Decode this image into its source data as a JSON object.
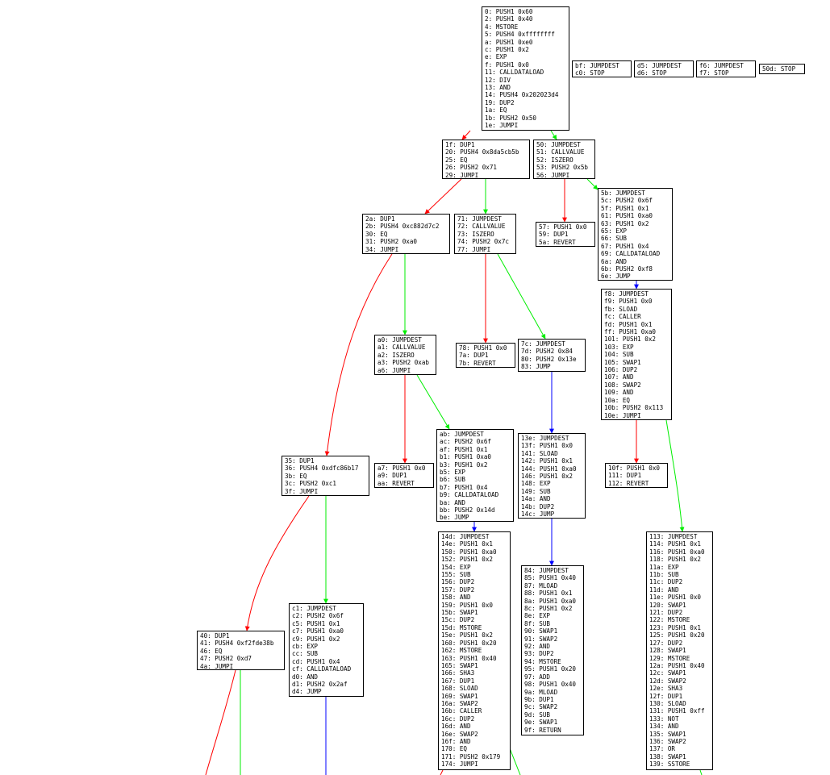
{
  "colors": {
    "conditional_false": "#ff0000",
    "conditional_true": "#00ee00",
    "unconditional": "#0000ff",
    "block_border": "#000000",
    "background": "#ffffff"
  },
  "blocks": [
    {
      "id": "b0",
      "lines": [
        "0: PUSH1 0x60",
        "2: PUSH1 0x40",
        "4: MSTORE",
        "5: PUSH4 0xffffffff",
        "a: PUSH1 0xe0",
        "c: PUSH1 0x2",
        "e: EXP",
        "f: PUSH1 0x0",
        "11: CALLDATALOAD",
        "12: DIV",
        "13: AND",
        "14: PUSH4 0x202023d4",
        "19: DUP2",
        "1a: EQ",
        "1b: PUSH2 0x50",
        "1e: JUMPI"
      ]
    },
    {
      "id": "bbf",
      "lines": [
        "bf: JUMPDEST",
        "c0: STOP"
      ]
    },
    {
      "id": "bd5",
      "lines": [
        "d5: JUMPDEST",
        "d6: STOP"
      ]
    },
    {
      "id": "bf6",
      "lines": [
        "f6: JUMPDEST",
        "f7: STOP"
      ]
    },
    {
      "id": "b50d",
      "lines": [
        "50d: STOP"
      ]
    },
    {
      "id": "b1f",
      "lines": [
        "1f: DUP1",
        "20: PUSH4 0x8da5cb5b",
        "25: EQ",
        "26: PUSH2 0x71",
        "29: JUMPI"
      ]
    },
    {
      "id": "b50",
      "lines": [
        "50: JUMPDEST",
        "51: CALLVALUE",
        "52: ISZERO",
        "53: PUSH2 0x5b",
        "56: JUMPI"
      ]
    },
    {
      "id": "b2a",
      "lines": [
        "2a: DUP1",
        "2b: PUSH4 0xc882d7c2",
        "30: EQ",
        "31: PUSH2 0xa0",
        "34: JUMPI"
      ]
    },
    {
      "id": "b71",
      "lines": [
        "71: JUMPDEST",
        "72: CALLVALUE",
        "73: ISZERO",
        "74: PUSH2 0x7c",
        "77: JUMPI"
      ]
    },
    {
      "id": "b57",
      "lines": [
        "57: PUSH1 0x0",
        "59: DUP1",
        "5a: REVERT"
      ]
    },
    {
      "id": "b5b",
      "lines": [
        "5b: JUMPDEST",
        "5c: PUSH2 0x6f",
        "5f: PUSH1 0x1",
        "61: PUSH1 0xa0",
        "63: PUSH1 0x2",
        "65: EXP",
        "66: SUB",
        "67: PUSH1 0x4",
        "69: CALLDATALOAD",
        "6a: AND",
        "6b: PUSH2 0xf8",
        "6e: JUMP"
      ]
    },
    {
      "id": "bf8",
      "lines": [
        "f8: JUMPDEST",
        "f9: PUSH1 0x0",
        "fb: SLOAD",
        "fc: CALLER",
        "fd: PUSH1 0x1",
        "ff: PUSH1 0xa0",
        "101: PUSH1 0x2",
        "103: EXP",
        "104: SUB",
        "105: SWAP1",
        "106: DUP2",
        "107: AND",
        "108: SWAP2",
        "109: AND",
        "10a: EQ",
        "10b: PUSH2 0x113",
        "10e: JUMPI"
      ]
    },
    {
      "id": "ba0",
      "lines": [
        "a0: JUMPDEST",
        "a1: CALLVALUE",
        "a2: ISZERO",
        "a3: PUSH2 0xab",
        "a6: JUMPI"
      ]
    },
    {
      "id": "b78",
      "lines": [
        "78: PUSH1 0x0",
        "7a: DUP1",
        "7b: REVERT"
      ]
    },
    {
      "id": "b7c",
      "lines": [
        "7c: JUMPDEST",
        "7d: PUSH2 0x84",
        "80: PUSH2 0x13e",
        "83: JUMP"
      ]
    },
    {
      "id": "bab",
      "lines": [
        "ab: JUMPDEST",
        "ac: PUSH2 0x6f",
        "af: PUSH1 0x1",
        "b1: PUSH1 0xa0",
        "b3: PUSH1 0x2",
        "b5: EXP",
        "b6: SUB",
        "b7: PUSH1 0x4",
        "b9: CALLDATALOAD",
        "ba: AND",
        "bb: PUSH2 0x14d",
        "be: JUMP"
      ]
    },
    {
      "id": "b13e",
      "lines": [
        "13e: JUMPDEST",
        "13f: PUSH1 0x0",
        "141: SLOAD",
        "142: PUSH1 0x1",
        "144: PUSH1 0xa0",
        "146: PUSH1 0x2",
        "148: EXP",
        "149: SUB",
        "14a: AND",
        "14b: DUP2",
        "14c: JUMP"
      ]
    },
    {
      "id": "b35",
      "lines": [
        "35: DUP1",
        "36: PUSH4 0xdfc86b17",
        "3b: EQ",
        "3c: PUSH2 0xc1",
        "3f: JUMPI"
      ]
    },
    {
      "id": "ba7",
      "lines": [
        "a7: PUSH1 0x0",
        "a9: DUP1",
        "aa: REVERT"
      ]
    },
    {
      "id": "b10f",
      "lines": [
        "10f: PUSH1 0x0",
        "111: DUP1",
        "112: REVERT"
      ]
    },
    {
      "id": "b14d",
      "lines": [
        "14d: JUMPDEST",
        "14e: PUSH1 0x1",
        "150: PUSH1 0xa0",
        "152: PUSH1 0x2",
        "154: EXP",
        "155: SUB",
        "156: DUP2",
        "157: DUP2",
        "158: AND",
        "159: PUSH1 0x0",
        "15b: SWAP1",
        "15c: DUP2",
        "15d: MSTORE",
        "15e: PUSH1 0x2",
        "160: PUSH1 0x20",
        "162: MSTORE",
        "163: PUSH1 0x40",
        "165: SWAP1",
        "166: SHA3",
        "167: DUP1",
        "168: SLOAD",
        "169: SWAP1",
        "16a: SWAP2",
        "16b: CALLER",
        "16c: DUP2",
        "16d: AND",
        "16e: SWAP2",
        "16f: AND",
        "170: EQ",
        "171: PUSH2 0x179",
        "174: JUMPI"
      ]
    },
    {
      "id": "b84",
      "lines": [
        "84: JUMPDEST",
        "85: PUSH1 0x40",
        "87: MLOAD",
        "88: PUSH1 0x1",
        "8a: PUSH1 0xa0",
        "8c: PUSH1 0x2",
        "8e: EXP",
        "8f: SUB",
        "90: SWAP1",
        "91: SWAP2",
        "92: AND",
        "93: DUP2",
        "94: MSTORE",
        "95: PUSH1 0x20",
        "97: ADD",
        "98: PUSH1 0x40",
        "9a: MLOAD",
        "9b: DUP1",
        "9c: SWAP2",
        "9d: SUB",
        "9e: SWAP1",
        "9f: RETURN"
      ]
    },
    {
      "id": "b113",
      "lines": [
        "113: JUMPDEST",
        "114: PUSH1 0x1",
        "116: PUSH1 0xa0",
        "118: PUSH1 0x2",
        "11a: EXP",
        "11b: SUB",
        "11c: DUP2",
        "11d: AND",
        "11e: PUSH1 0x0",
        "120: SWAP1",
        "121: DUP2",
        "122: MSTORE",
        "123: PUSH1 0x1",
        "125: PUSH1 0x20",
        "127: DUP2",
        "128: SWAP1",
        "129: MSTORE",
        "12a: PUSH1 0x40",
        "12c: SWAP1",
        "12d: SWAP2",
        "12e: SHA3",
        "12f: DUP1",
        "130: SLOAD",
        "131: PUSH1 0xff",
        "133: NOT",
        "134: AND",
        "135: SWAP1",
        "136: SWAP2",
        "137: OR",
        "138: SWAP1",
        "139: SSTORE"
      ]
    },
    {
      "id": "b40",
      "lines": [
        "40: DUP1",
        "41: PUSH4 0xf2fde38b",
        "46: EQ",
        "47: PUSH2 0xd7",
        "4a: JUMPI"
      ]
    },
    {
      "id": "bc1",
      "lines": [
        "c1: JUMPDEST",
        "c2: PUSH2 0x6f",
        "c5: PUSH1 0x1",
        "c7: PUSH1 0xa0",
        "c9: PUSH1 0x2",
        "cb: EXP",
        "cc: SUB",
        "cd: PUSH1 0x4",
        "cf: CALLDATALOAD",
        "d0: AND",
        "d1: PUSH2 0x2af",
        "d4: JUMP"
      ]
    }
  ],
  "edges": [
    {
      "from": "b0",
      "to": "b1f",
      "kind": "conditional_false"
    },
    {
      "from": "b0",
      "to": "b50",
      "kind": "conditional_true"
    },
    {
      "from": "b1f",
      "to": "b2a",
      "kind": "conditional_false"
    },
    {
      "from": "b1f",
      "to": "b71",
      "kind": "conditional_true"
    },
    {
      "from": "b50",
      "to": "b57",
      "kind": "conditional_false"
    },
    {
      "from": "b50",
      "to": "b5b",
      "kind": "conditional_true"
    },
    {
      "from": "b5b",
      "to": "bf8",
      "kind": "unconditional"
    },
    {
      "from": "b2a",
      "to": "b35",
      "kind": "conditional_false"
    },
    {
      "from": "b2a",
      "to": "ba0",
      "kind": "conditional_true"
    },
    {
      "from": "b71",
      "to": "b78",
      "kind": "conditional_false"
    },
    {
      "from": "b71",
      "to": "b7c",
      "kind": "conditional_true"
    },
    {
      "from": "ba0",
      "to": "ba7",
      "kind": "conditional_false"
    },
    {
      "from": "ba0",
      "to": "bab",
      "kind": "conditional_true"
    },
    {
      "from": "b7c",
      "to": "b13e",
      "kind": "unconditional"
    },
    {
      "from": "bab",
      "to": "b14d",
      "kind": "unconditional"
    },
    {
      "from": "b13e",
      "to": "b84",
      "kind": "unconditional"
    },
    {
      "from": "bf8",
      "to": "b10f",
      "kind": "conditional_false"
    },
    {
      "from": "bf8",
      "to": "b113",
      "kind": "conditional_true"
    },
    {
      "from": "b35",
      "to": "b40",
      "kind": "conditional_false"
    },
    {
      "from": "b35",
      "to": "bc1",
      "kind": "conditional_true"
    },
    {
      "from": "b40",
      "to": "offscreen-left",
      "kind": "conditional_false"
    },
    {
      "from": "b40",
      "to": "offscreen-right",
      "kind": "conditional_true"
    },
    {
      "from": "bc1",
      "to": "offscreen",
      "kind": "unconditional"
    },
    {
      "from": "b14d",
      "to": "offscreen-left",
      "kind": "conditional_false"
    },
    {
      "from": "b14d",
      "to": "offscreen-right",
      "kind": "conditional_true"
    },
    {
      "from": "b113",
      "to": "offscreen",
      "kind": "conditional_true"
    }
  ]
}
